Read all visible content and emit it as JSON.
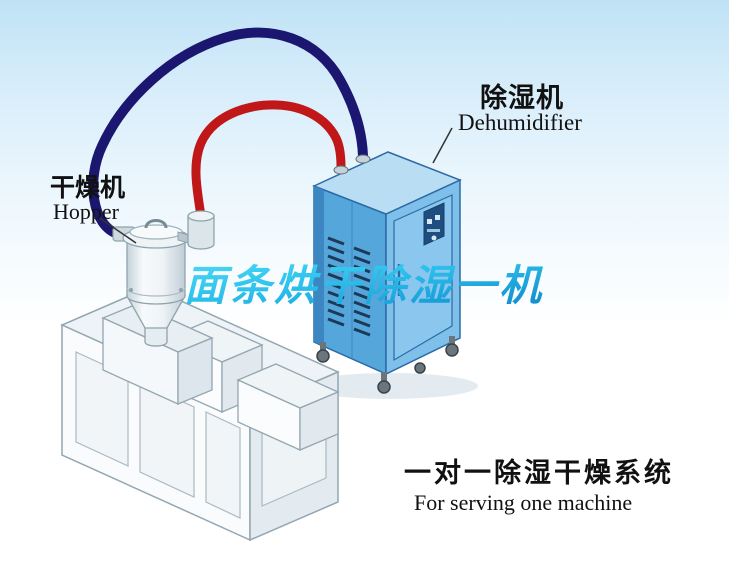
{
  "scene": {
    "hopper_label": {
      "cn": "干燥机",
      "en": "Hopper"
    },
    "dehumidifier_label": {
      "cn": "除湿机",
      "en": "Dehumidifier"
    },
    "overlay_title": "面条烘干除湿一机",
    "caption": {
      "cn": "一对一除湿干燥系统",
      "en": "For serving one machine"
    }
  },
  "colors": {
    "background_top": "#bfe2f6",
    "hose_red": "#c01818",
    "hose_blue": "#1b1670",
    "dehumidifier_front": "#54a6db",
    "dehumidifier_side": "#7fc0ea",
    "dehumidifier_top": "#b9ddf3",
    "title_gradient_top": "#52e0f5",
    "title_gradient_bottom": "#0d85c9",
    "label_text": "#111111"
  }
}
